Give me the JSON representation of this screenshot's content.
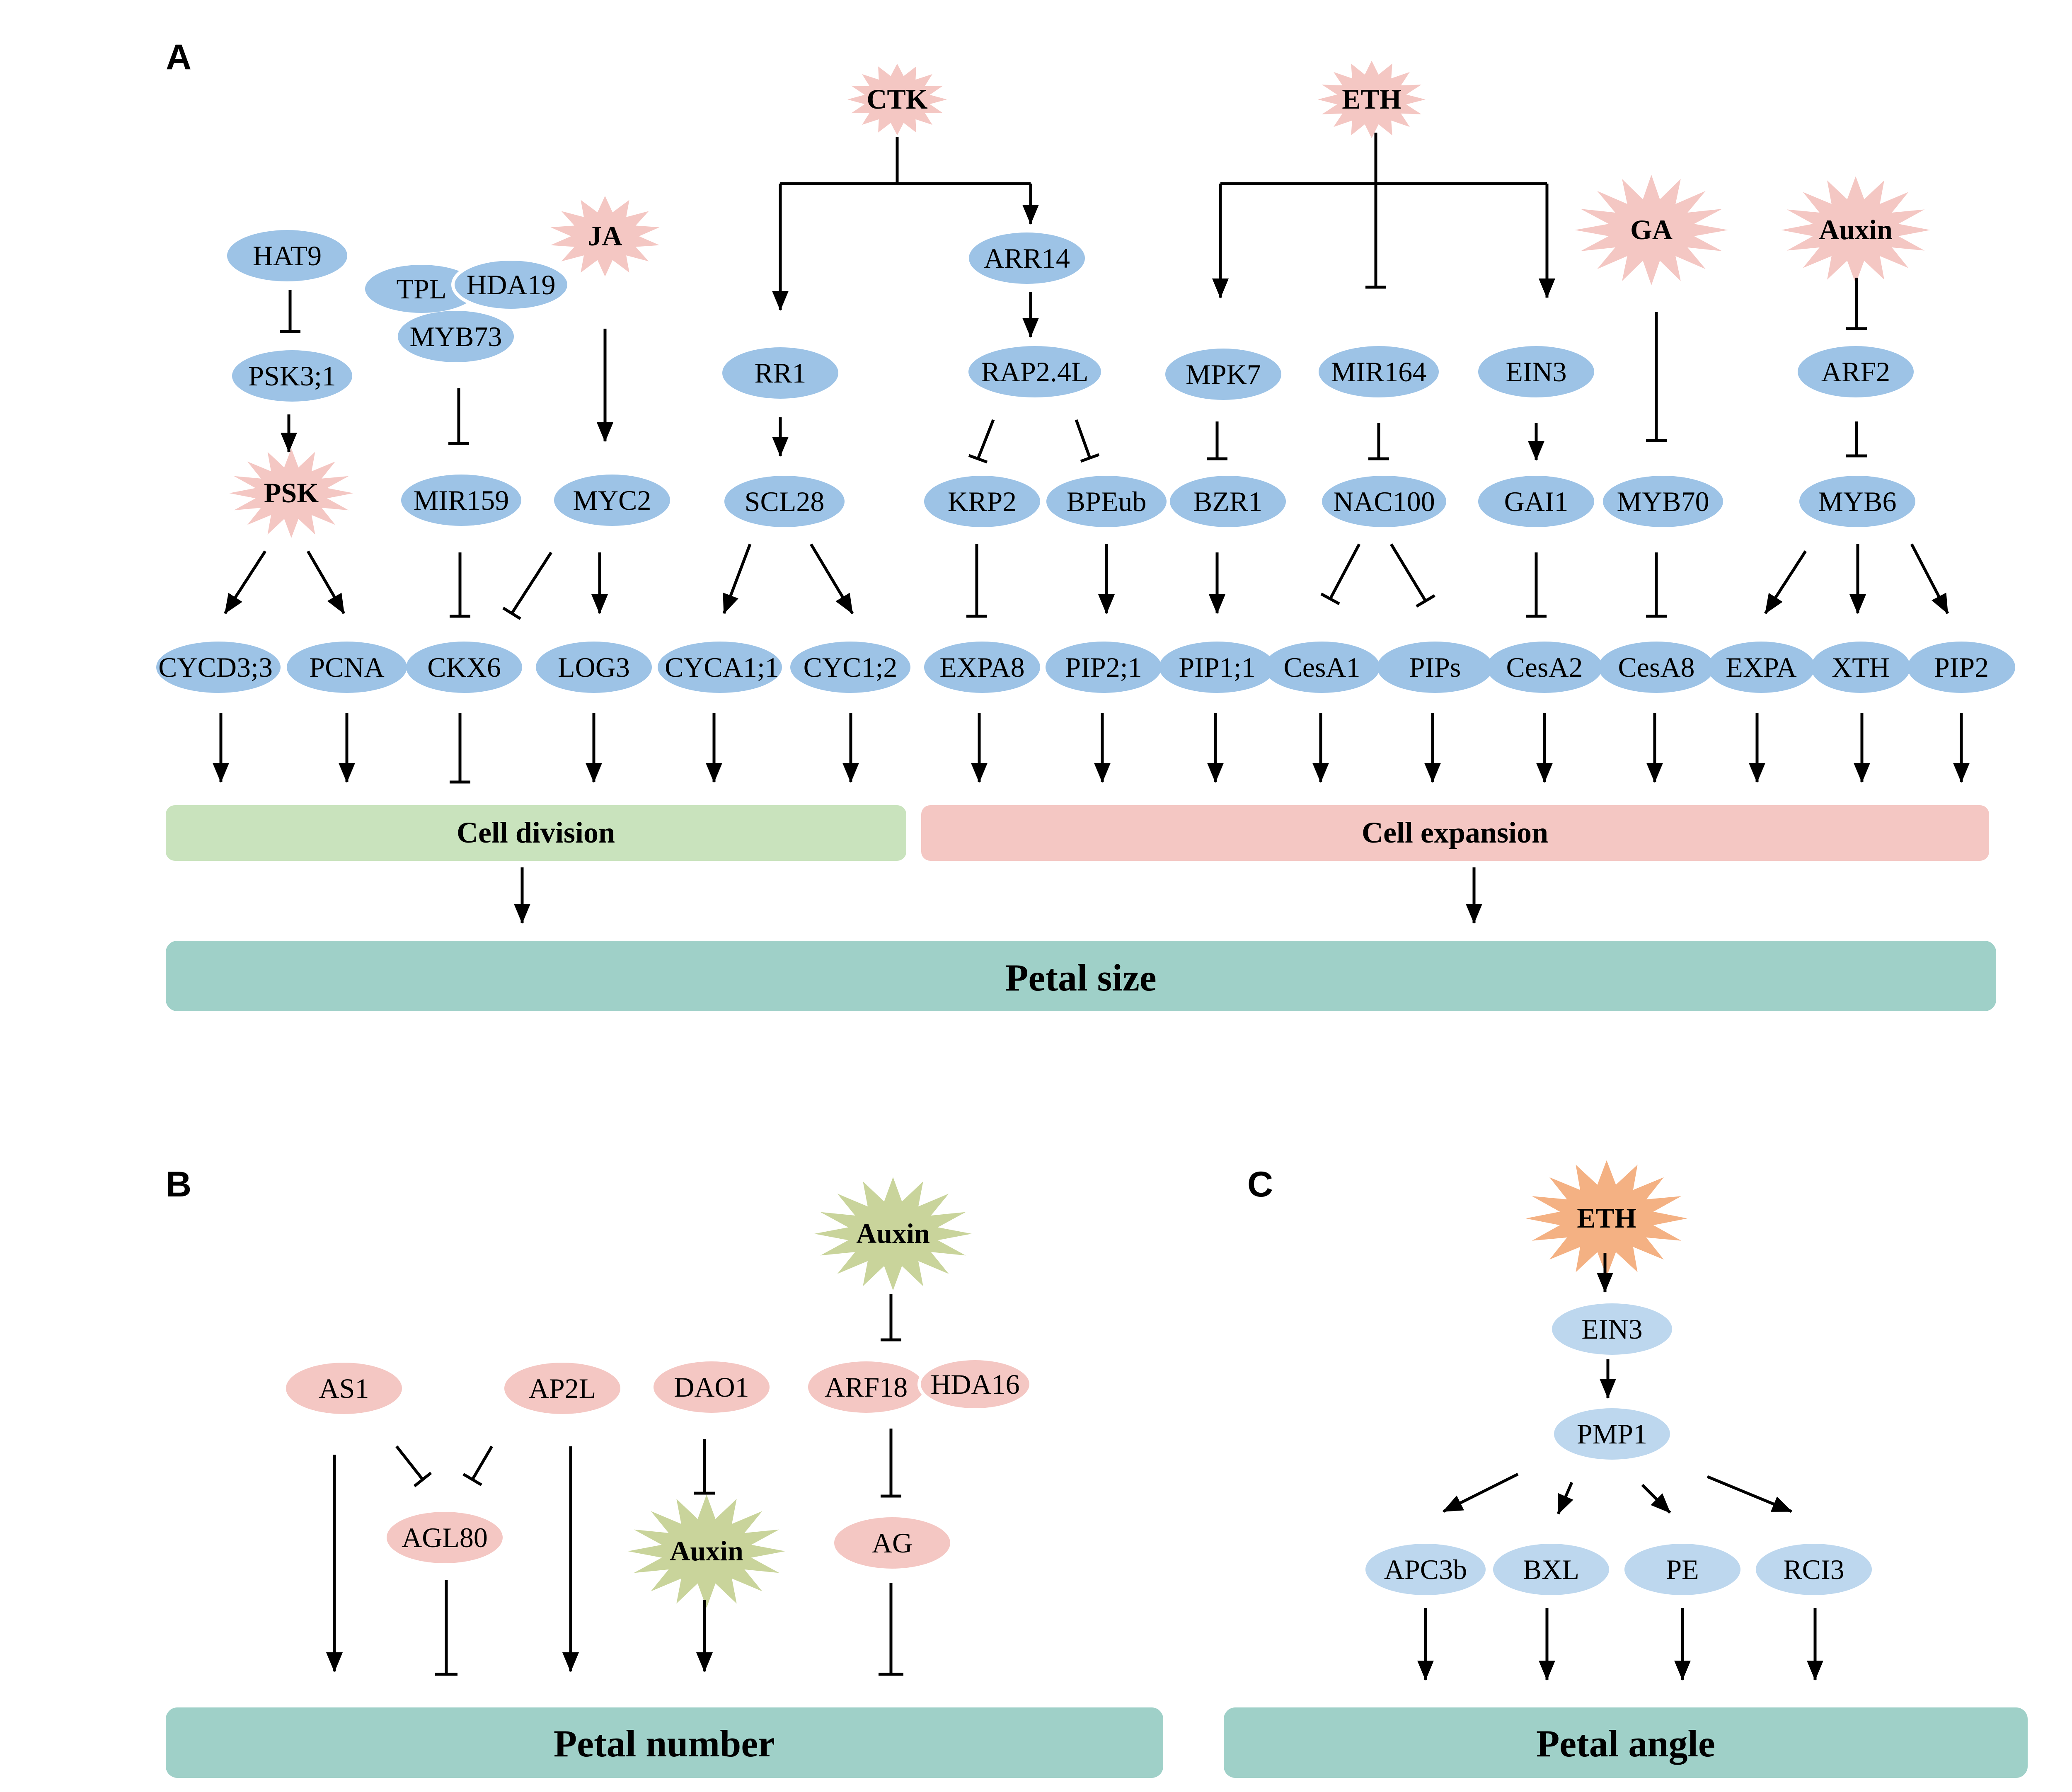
{
  "panels": {
    "a": {
      "letter": "A"
    },
    "b": {
      "letter": "B"
    },
    "c": {
      "letter": "C"
    }
  },
  "colors": {
    "gene": "#9dc3e6",
    "gene_light": "#bdd7ee",
    "hormone": "#f4c7c3",
    "hormone_orange": "#f4b183",
    "hormone_olive": "#c9d49b",
    "gene_pink": "#f4c7c3",
    "cell_division": "#c9e3bd",
    "cell_expansion": "#f4c7c3",
    "outcome": "#9fd0c8",
    "line": "#000000"
  },
  "a": {
    "hormones": {
      "ctk": "CTK",
      "eth": "ETH",
      "ja": "JA",
      "ga": "GA",
      "auxin": "Auxin",
      "psk": "PSK"
    },
    "genes": {
      "hat9": "HAT9",
      "psk31": "PSK3;1",
      "tpl": "TPL",
      "hda19": "HDA19",
      "myb73": "MYB73",
      "mir159": "MIR159",
      "myc2": "MYC2",
      "arr14": "ARR14",
      "rr1": "RR1",
      "rap24l": "RAP2.4L",
      "scl28": "SCL28",
      "krp2": "KRP2",
      "bpeub": "BPEub",
      "mpk7": "MPK7",
      "mir164": "MIR164",
      "ein3": "EIN3",
      "bzr1": "BZR1",
      "nac100": "NAC100",
      "gai1": "GAI1",
      "myb70": "MYB70",
      "arf2": "ARF2",
      "myb6": "MYB6",
      "cycd33": "CYCD3;3",
      "pcna": "PCNA",
      "ckx6": "CKX6",
      "log3": "LOG3",
      "cyca11": "CYCA1;1",
      "cyc12": "CYC1;2",
      "expa8": "EXPA8",
      "pip21": "PIP2;1",
      "pip11": "PIP1;1",
      "cesa1": "CesA1",
      "pips": "PIPs",
      "cesa2": "CesA2",
      "cesa8": "CesA8",
      "expa": "EXPA",
      "xth": "XTH",
      "pip2": "PIP2"
    },
    "boxes": {
      "cell_division": "Cell division",
      "cell_expansion": "Cell expansion",
      "petal_size": "Petal size"
    }
  },
  "b": {
    "hormones": {
      "auxin_top": "Auxin",
      "auxin_mid": "Auxin"
    },
    "genes": {
      "as1": "AS1",
      "ap2l": "AP2L",
      "dao1": "DAO1",
      "arf18": "ARF18",
      "hda16": "HDA16",
      "agl80": "AGL80",
      "ag": "AG"
    },
    "boxes": {
      "petal_number": "Petal number"
    }
  },
  "c": {
    "hormones": {
      "eth": "ETH"
    },
    "genes": {
      "ein3": "EIN3",
      "pmp1": "PMP1",
      "apc3b": "APC3b",
      "bxl": "BXL",
      "pe": "PE",
      "rci3": "RCI3"
    },
    "boxes": {
      "petal_angle": "Petal angle"
    }
  }
}
